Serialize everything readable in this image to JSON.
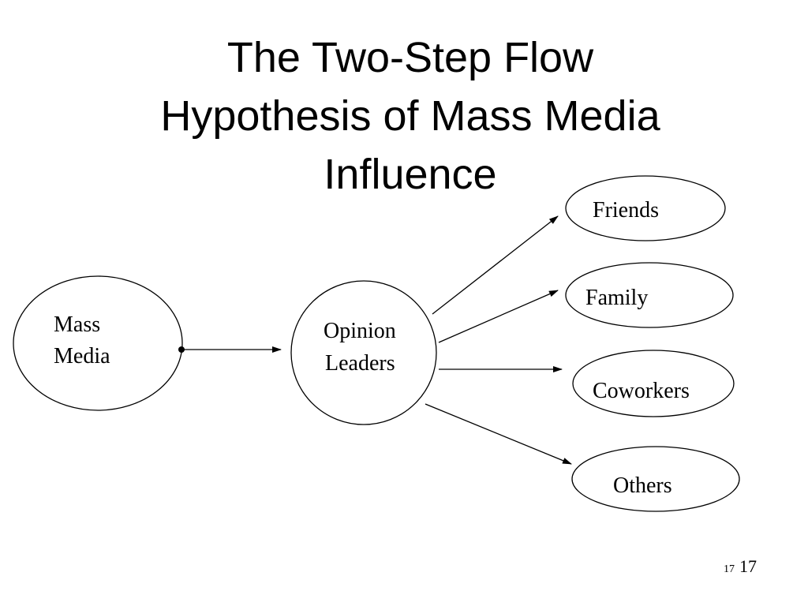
{
  "slide": {
    "title_lines": [
      "The Two-Step Flow",
      "Hypothesis of Mass Media",
      "Influence"
    ],
    "source": {
      "lines": [
        "Mass",
        "Media"
      ]
    },
    "intermediary": {
      "lines": [
        "Opinion",
        "Leaders"
      ]
    },
    "targets": [
      "Friends",
      "Family",
      "Coworkers",
      "Others"
    ],
    "slide_number_small": "17",
    "slide_number_large": "17"
  }
}
